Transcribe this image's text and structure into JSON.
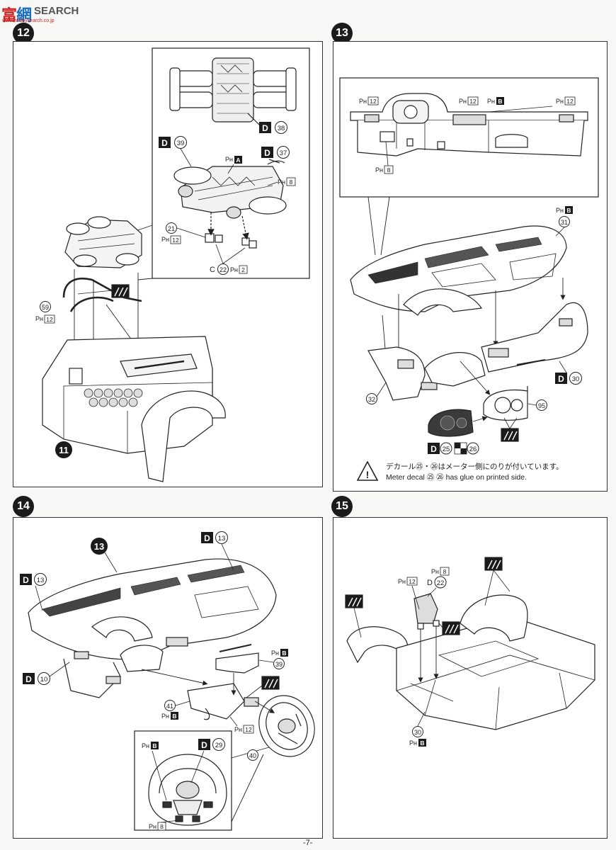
{
  "watermark": {
    "logo_a": "富",
    "logo_b": "網",
    "search": "SEARCH",
    "url": "www.hobbysearch.co.jp"
  },
  "steps": {
    "s12": "12",
    "s13": "13",
    "s14": "14",
    "s15": "15"
  },
  "step12": {
    "ref_frame": "11",
    "c59": "59",
    "ph_59": "12",
    "c21": "21",
    "ph_21": "12",
    "c22_prefix": "C",
    "c22": "22",
    "ph_22": "2",
    "c37": "37",
    "c38": "38",
    "c39": "39",
    "ph_a": "A",
    "ph_8": "8",
    "tree_d": "D"
  },
  "step13": {
    "ph_left": "12",
    "ph_center_a": "12",
    "ph_center_b": "B",
    "ph_right": "12",
    "ph_bottom": "8",
    "c31": "31",
    "ph_31": "B",
    "c30": "30",
    "c32": "32",
    "c95": "95",
    "c25": "25",
    "c26": "26",
    "tree_d": "D",
    "warning_jp": "デカール㉕・㉖はメーター側にのりが付いています。",
    "warning_en": "Meter decal ㉕ ㉖ has glue on printed side."
  },
  "step14": {
    "ref_13": "13",
    "c13_top": "13",
    "c13_left": "13",
    "c10": "10",
    "c39": "39",
    "ph_39": "B",
    "c41": "41",
    "ph_41": "B",
    "ph_12": "12",
    "c40": "40",
    "c29": "29",
    "ph_inset_b": "B",
    "ph_inset_8": "8",
    "tree_d": "D"
  },
  "step15": {
    "ph_12": "12",
    "ph_8": "8",
    "c22_prefix": "D",
    "c22": "22",
    "c30": "30",
    "ph_30": "B"
  },
  "page_number": "-7-"
}
